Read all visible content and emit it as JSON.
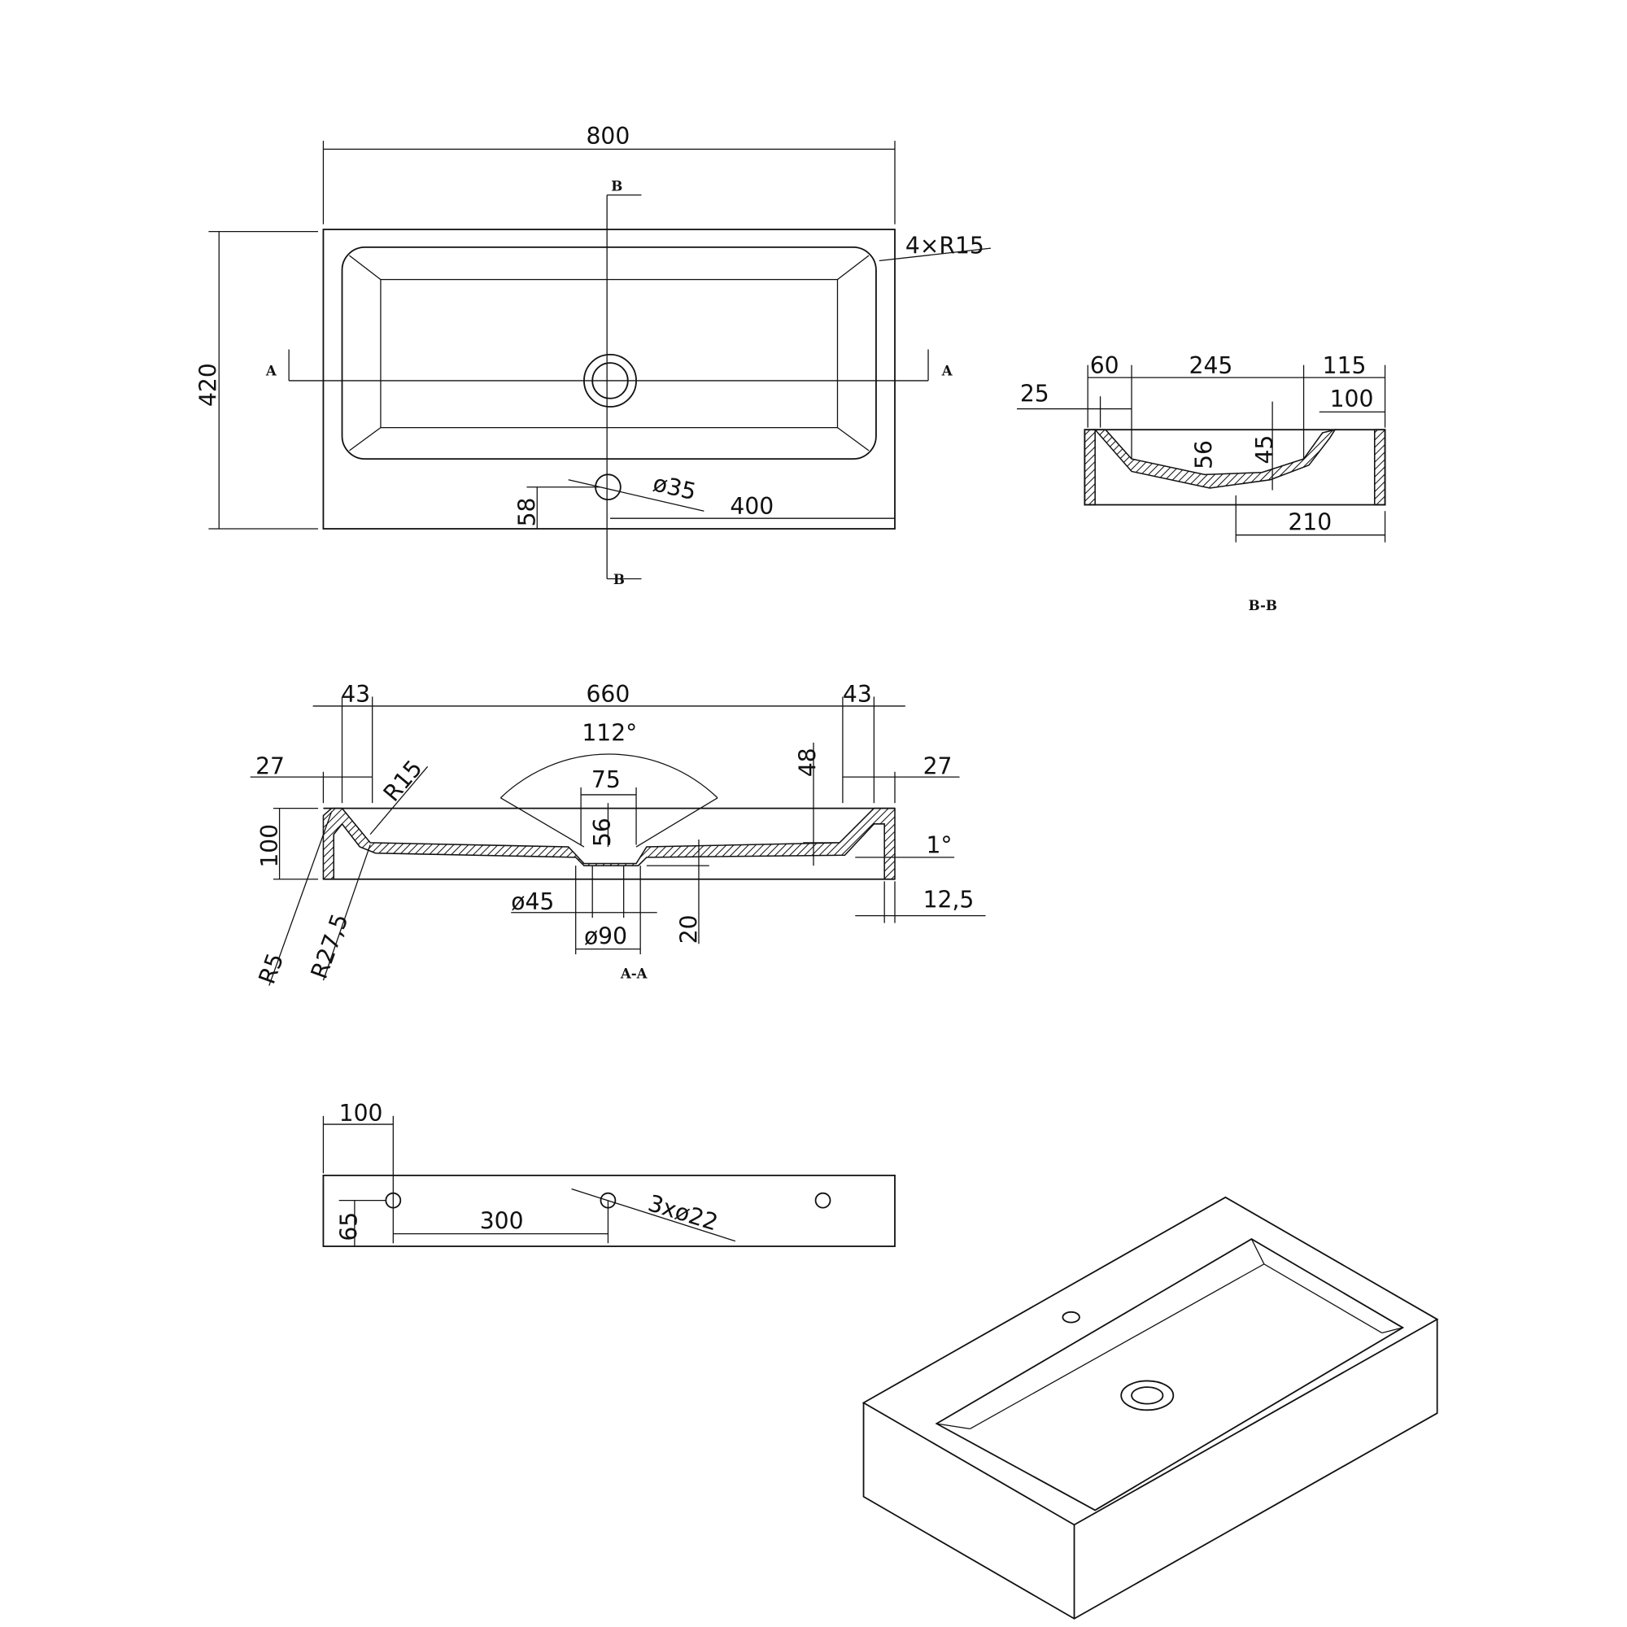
{
  "top_view": {
    "width": "800",
    "height": "420",
    "corner_radius": "4×R15",
    "tap_hole": "ø35",
    "tap_offset": "400",
    "tap_edge": "58",
    "section_a_left": "A",
    "section_a_right": "A",
    "section_b_top": "B",
    "section_b_bottom": "B"
  },
  "section_bb": {
    "title": "B-B",
    "d60": "60",
    "d245": "245",
    "d115": "115",
    "d25": "25",
    "d100": "100",
    "d56": "56",
    "d45": "45",
    "d210": "210"
  },
  "section_aa": {
    "title": "A-A",
    "d43l": "43",
    "d660": "660",
    "d43r": "43",
    "d27l": "27",
    "d27r": "27",
    "r15": "R15",
    "angle": "112°",
    "d75": "75",
    "d48": "48",
    "d56": "56",
    "d100": "100",
    "slope": "1°",
    "d45": "ø45",
    "d90": "ø90",
    "d20": "20",
    "d12_5": "12,5",
    "r5": "R5",
    "r27_5": "R27,5"
  },
  "rear_view": {
    "d100": "100",
    "d65": "65",
    "d300": "300",
    "holes": "3xø22"
  }
}
